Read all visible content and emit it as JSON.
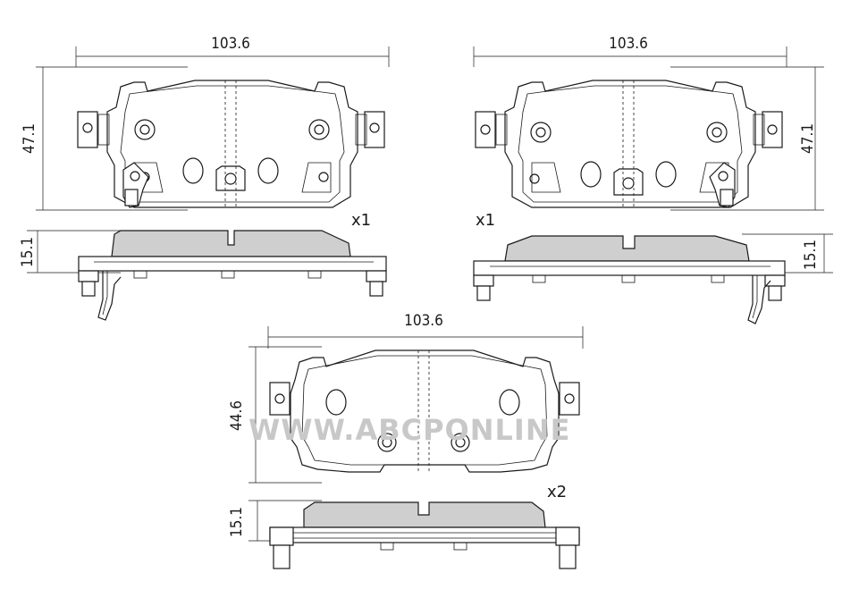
{
  "views": {
    "pad_left": {
      "width_label": "103.6",
      "height_label": "47.1",
      "thickness_label": "15.1",
      "quantity_label": "x1"
    },
    "pad_right": {
      "width_label": "103.6",
      "height_label": "47.1",
      "thickness_label": "15.1",
      "quantity_label": "x1"
    },
    "pad_bottom": {
      "width_label": "103.6",
      "height_label": "44.6",
      "thickness_label": "15.1",
      "quantity_label": "x2"
    }
  },
  "watermark": "WWW.ABCPONLINE",
  "colors": {
    "line": "#1a1a1a",
    "friction": "#cfcfcf",
    "watermark": "#c8c8c8"
  }
}
